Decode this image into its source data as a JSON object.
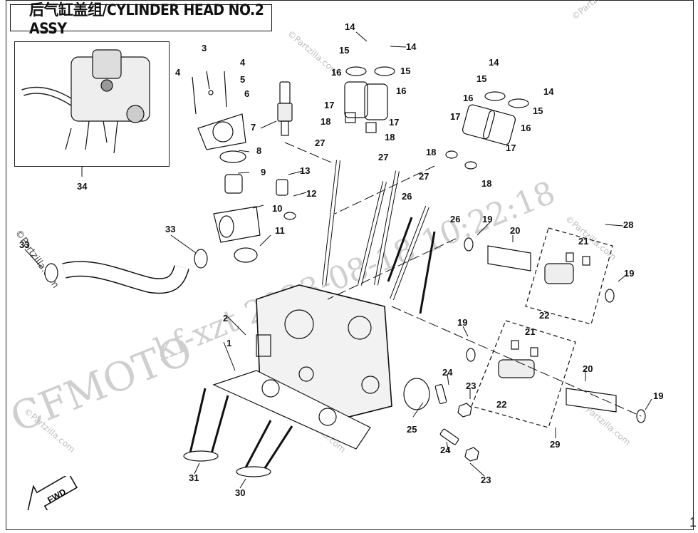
{
  "diagram": {
    "title": "后气缸盖组/CYLINDER HEAD NO.2  ASSY",
    "watermarks": {
      "brand": "CFMOTO",
      "serial": "kf-xzt 2023-08-18 10:22:18",
      "partzilla": "©Partzilla.com"
    },
    "fwd_label": "FWD",
    "page_number": "1",
    "callouts": [
      {
        "id": "c1",
        "label": "1"
      },
      {
        "id": "c2",
        "label": "2"
      },
      {
        "id": "c3",
        "label": "3"
      },
      {
        "id": "c4a",
        "label": "4"
      },
      {
        "id": "c4b",
        "label": "4"
      },
      {
        "id": "c5",
        "label": "5"
      },
      {
        "id": "c6",
        "label": "6"
      },
      {
        "id": "c7",
        "label": "7"
      },
      {
        "id": "c8",
        "label": "8"
      },
      {
        "id": "c9",
        "label": "9"
      },
      {
        "id": "c10",
        "label": "10"
      },
      {
        "id": "c11",
        "label": "11"
      },
      {
        "id": "c12",
        "label": "12"
      },
      {
        "id": "c13",
        "label": "13"
      },
      {
        "id": "c14a",
        "label": "14"
      },
      {
        "id": "c14b",
        "label": "14"
      },
      {
        "id": "c14c",
        "label": "14"
      },
      {
        "id": "c14d",
        "label": "14"
      },
      {
        "id": "c15a",
        "label": "15"
      },
      {
        "id": "c15b",
        "label": "15"
      },
      {
        "id": "c15c",
        "label": "15"
      },
      {
        "id": "c15d",
        "label": "15"
      },
      {
        "id": "c16a",
        "label": "16"
      },
      {
        "id": "c16b",
        "label": "16"
      },
      {
        "id": "c16c",
        "label": "16"
      },
      {
        "id": "c16d",
        "label": "16"
      },
      {
        "id": "c17a",
        "label": "17"
      },
      {
        "id": "c17b",
        "label": "17"
      },
      {
        "id": "c17c",
        "label": "17"
      },
      {
        "id": "c17d",
        "label": "17"
      },
      {
        "id": "c18a",
        "label": "18"
      },
      {
        "id": "c18b",
        "label": "18"
      },
      {
        "id": "c18c",
        "label": "18"
      },
      {
        "id": "c18d",
        "label": "18"
      },
      {
        "id": "c19a",
        "label": "19"
      },
      {
        "id": "c19b",
        "label": "19"
      },
      {
        "id": "c19c",
        "label": "19"
      },
      {
        "id": "c19d",
        "label": "19"
      },
      {
        "id": "c20a",
        "label": "20"
      },
      {
        "id": "c20b",
        "label": "20"
      },
      {
        "id": "c21a",
        "label": "21"
      },
      {
        "id": "c21b",
        "label": "21"
      },
      {
        "id": "c22a",
        "label": "22"
      },
      {
        "id": "c22b",
        "label": "22"
      },
      {
        "id": "c23a",
        "label": "23"
      },
      {
        "id": "c23b",
        "label": "23"
      },
      {
        "id": "c24a",
        "label": "24"
      },
      {
        "id": "c24b",
        "label": "24"
      },
      {
        "id": "c25",
        "label": "25"
      },
      {
        "id": "c26a",
        "label": "26"
      },
      {
        "id": "c26b",
        "label": "26"
      },
      {
        "id": "c27a",
        "label": "27"
      },
      {
        "id": "c27b",
        "label": "27"
      },
      {
        "id": "c27c",
        "label": "27"
      },
      {
        "id": "c28",
        "label": "28"
      },
      {
        "id": "c29",
        "label": "29"
      },
      {
        "id": "c30",
        "label": "30"
      },
      {
        "id": "c31",
        "label": "31"
      },
      {
        "id": "c33a",
        "label": "33"
      },
      {
        "id": "c33b",
        "label": "33"
      },
      {
        "id": "c34",
        "label": "34"
      }
    ]
  }
}
